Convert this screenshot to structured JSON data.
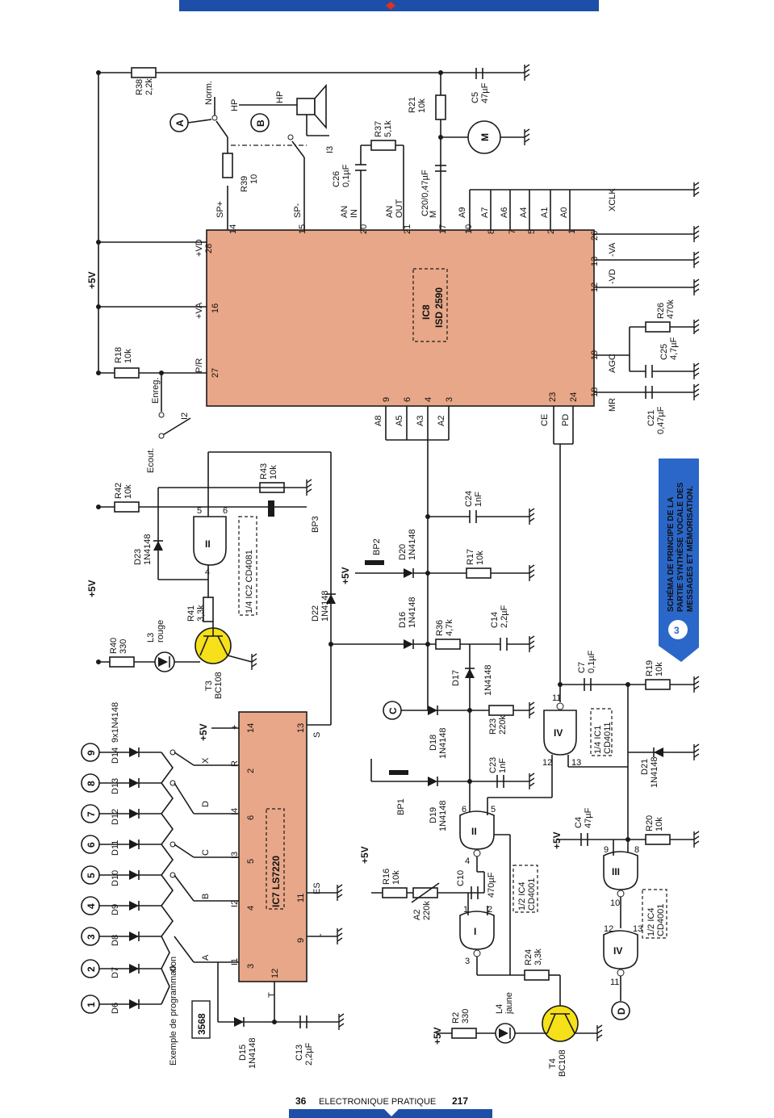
{
  "header": {
    "bar_color": "#1e4fa8",
    "marker_color": "#e0301e"
  },
  "footer": {
    "page_left": "36",
    "magazine": "ELECTRONIQUE PRATIQUE",
    "page_right": "217",
    "bar_color": "#1e4fa8"
  },
  "caption": {
    "number": "3",
    "line1": "SCHÉMA DE PRINCIPE DE LA",
    "line2": "PARTIE SYNTHÈSE VOCALE DES",
    "line3": "MESSAGES ET MÉMORISATION.",
    "bg_color": "#2a67c9"
  },
  "ic8": {
    "name": "IC8",
    "part": "ISD 2590",
    "color": "#e8a788",
    "pins_top": [
      {
        "num": "28",
        "label": "+VD"
      },
      {
        "num": "16",
        "label": "+VA"
      },
      {
        "num": "27",
        "label": "P/R"
      }
    ],
    "pins_right": [
      {
        "num": "14",
        "label": "SP+"
      },
      {
        "num": "15",
        "label": "SP-"
      },
      {
        "num": "20",
        "label": "AN IN"
      },
      {
        "num": "21",
        "label": "AN OUT"
      },
      {
        "num": "17",
        "label": "M"
      },
      {
        "num": "10",
        "label": "A9"
      },
      {
        "num": "8",
        "label": "A7"
      },
      {
        "num": "7",
        "label": "A6"
      },
      {
        "num": "5",
        "label": "A4"
      },
      {
        "num": "2",
        "label": "A1"
      },
      {
        "num": "1",
        "label": "A0"
      }
    ],
    "pins_bottom": [
      {
        "num": "26",
        "label": "XCLK"
      },
      {
        "num": "13",
        "label": "-VA"
      },
      {
        "num": "12",
        "label": "-VD"
      },
      {
        "num": "19",
        "label": "AGC"
      },
      {
        "num": "18",
        "label": "MR"
      }
    ],
    "pins_left": [
      {
        "num": "9",
        "label": "A8"
      },
      {
        "num": "6",
        "label": "A5"
      },
      {
        "num": "4",
        "label": "A3"
      },
      {
        "num": "3",
        "label": "A2"
      },
      {
        "num": "23",
        "label": "CE"
      },
      {
        "num": "24",
        "label": "PD"
      }
    ]
  },
  "ic7": {
    "name": "IC7 LS7220",
    "color": "#e8a788",
    "pins": [
      {
        "num": "14",
        "label": "+"
      },
      {
        "num": "2",
        "label": "R"
      },
      {
        "num": "6",
        "label": "I4"
      },
      {
        "num": "5",
        "label": "I3"
      },
      {
        "num": "4",
        "label": "I2"
      },
      {
        "num": "3",
        "label": "I1"
      },
      {
        "num": "13",
        "label": "S"
      },
      {
        "num": "11",
        "label": "ES"
      },
      {
        "num": "9",
        "label": "-"
      },
      {
        "num": "12",
        "label": "T"
      }
    ]
  },
  "supply": {
    "plus5v": "+5V"
  },
  "resistors": [
    {
      "ref": "R38",
      "value": "2,2k"
    },
    {
      "ref": "R39",
      "value": "10"
    },
    {
      "ref": "R37",
      "value": "5,1k"
    },
    {
      "ref": "R21",
      "value": "10k"
    },
    {
      "ref": "R18",
      "value": "10k"
    },
    {
      "ref": "R26",
      "value": "470k"
    },
    {
      "ref": "R42",
      "value": "10k"
    },
    {
      "ref": "R43",
      "value": "10k"
    },
    {
      "ref": "R41",
      "value": "3,3k"
    },
    {
      "ref": "R40",
      "value": "330"
    },
    {
      "ref": "R17",
      "value": "10k"
    },
    {
      "ref": "R36",
      "value": "4,7k"
    },
    {
      "ref": "R23",
      "value": "220k"
    },
    {
      "ref": "R19",
      "value": "10k"
    },
    {
      "ref": "R16",
      "value": "10k"
    },
    {
      "ref": "R20",
      "value": "10k"
    },
    {
      "ref": "R24",
      "value": "3,3k"
    },
    {
      "ref": "R2",
      "value": "330"
    },
    {
      "ref": "A2",
      "value": "220k"
    }
  ],
  "capacitors": [
    {
      "ref": "C5",
      "value": "47µF"
    },
    {
      "ref": "C26",
      "value": "0,1µF"
    },
    {
      "ref": "C20",
      "value": "0,47µF"
    },
    {
      "ref": "C25",
      "value": "4,7µF"
    },
    {
      "ref": "C21",
      "value": "0,47µF"
    },
    {
      "ref": "C24",
      "value": "1nF"
    },
    {
      "ref": "C14",
      "value": "2,2µF"
    },
    {
      "ref": "C7",
      "value": "0,1µF"
    },
    {
      "ref": "C23",
      "value": "1nF"
    },
    {
      "ref": "C10",
      "value": "470µF"
    },
    {
      "ref": "C4",
      "value": "47µF"
    },
    {
      "ref": "C13",
      "value": "2,2µF"
    }
  ],
  "diodes": [
    {
      "ref": "D23",
      "value": "1N4148"
    },
    {
      "ref": "D22",
      "value": "1N4148"
    },
    {
      "ref": "D20",
      "value": "1N4148"
    },
    {
      "ref": "D16",
      "value": "1N4148"
    },
    {
      "ref": "D17",
      "value": "1N4148"
    },
    {
      "ref": "D18",
      "value": "1N4148"
    },
    {
      "ref": "D19",
      "value": "1N4148"
    },
    {
      "ref": "D21",
      "value": "1N4148"
    },
    {
      "ref": "D15",
      "value": "1N4148"
    }
  ],
  "keypad": {
    "diode_note": "9x1N4148",
    "keys": [
      "1",
      "2",
      "3",
      "4",
      "5",
      "6",
      "7",
      "8",
      "9"
    ],
    "diodes": [
      "D6",
      "D7",
      "D8",
      "D9",
      "D10",
      "D11",
      "D12",
      "D13",
      "D14"
    ],
    "switch_labels": [
      "A",
      "B",
      "C",
      "D",
      "X"
    ],
    "example_label": "Exemple de programmation",
    "example_code": "3568"
  },
  "gates": [
    {
      "id": "II",
      "box": "1/4 IC2 CD4081",
      "pins": [
        "5",
        "6",
        "4"
      ]
    },
    {
      "id": "IV",
      "box": "1/4 IC1 CD4011",
      "pins": [
        "12",
        "13",
        "11"
      ]
    },
    {
      "id": "II",
      "box": "1/2 IC4 CD4001",
      "pins": [
        "6",
        "5",
        "4"
      ]
    },
    {
      "id": "I",
      "box": "",
      "pins": [
        "1",
        "2",
        "3"
      ]
    },
    {
      "id": "III",
      "box": "1/2 IC4 CD4001",
      "pins": [
        "9",
        "8",
        "10"
      ]
    },
    {
      "id": "IV",
      "box": "",
      "pins": [
        "12",
        "13",
        "11"
      ]
    }
  ],
  "transistors": [
    {
      "ref": "T3",
      "type": "BC108"
    },
    {
      "ref": "T4",
      "type": "BC108"
    }
  ],
  "leds": [
    {
      "ref": "L3",
      "color": "rouge"
    },
    {
      "ref": "L4",
      "color": "jaune"
    }
  ],
  "buttons": [
    "BP1",
    "BP2",
    "BP3"
  ],
  "switches": [
    {
      "ref": "I2",
      "labels": [
        "Ecout.",
        "Enreg."
      ]
    },
    {
      "ref": "I3",
      "labels": [
        "Norm.",
        "HP",
        "HP"
      ]
    }
  ],
  "connectors": [
    "A",
    "B",
    "C",
    "D"
  ],
  "motor": "M"
}
